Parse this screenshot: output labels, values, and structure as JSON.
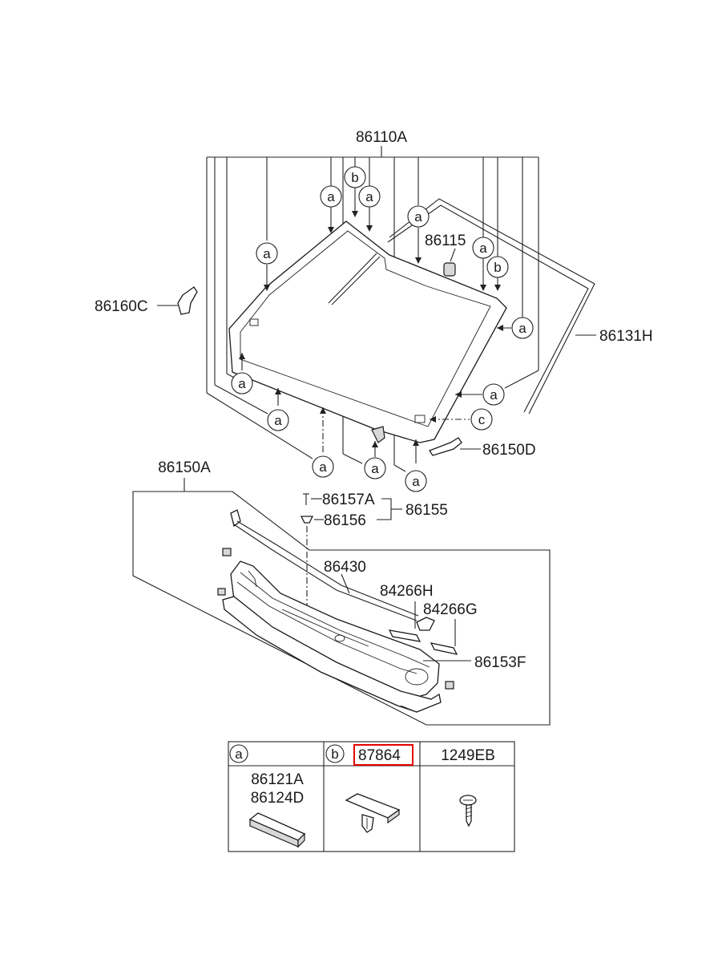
{
  "labels": {
    "windshield": "86110A",
    "moulding_top": "86131H",
    "sensor": "86115",
    "side_bracket_left": "86160C",
    "side_bracket_right": "86150D",
    "cowl_assembly": "86150A",
    "clip_a": "86157A",
    "clip_b": "86156",
    "clip_group": "86155",
    "cowl_seal": "86430",
    "seal_h": "84266H",
    "seal_g": "84266G",
    "cowl_trim": "86153F"
  },
  "callouts": {
    "a": "a",
    "b": "b",
    "c": "c"
  },
  "legend": {
    "col_a_letter": "a",
    "col_b_letter": "b",
    "col_b_part": "87864",
    "col_c_part": "1249EB",
    "col_a_part1": "86121A",
    "col_a_part2": "86124D"
  },
  "colors": {
    "highlight": "#e60000",
    "ink": "#222222"
  }
}
